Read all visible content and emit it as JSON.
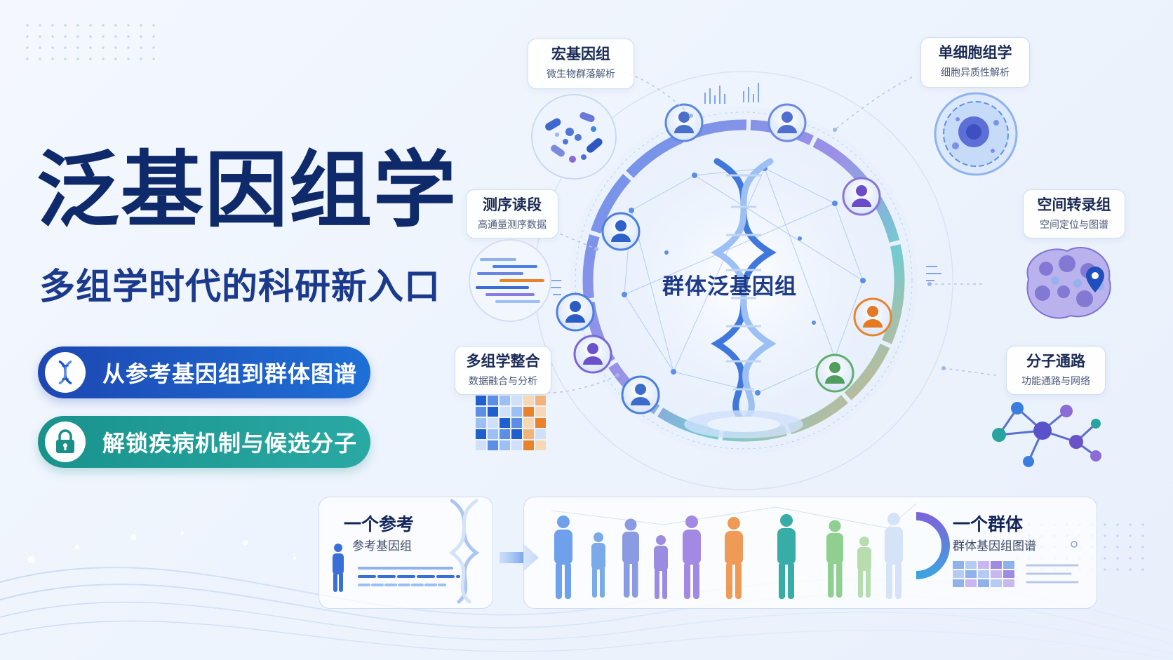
{
  "hero": {
    "title": "泛基因组学",
    "subtitle": "多组学时代的科研新入口",
    "pills": [
      {
        "label": "从参考基因组到群体图谱",
        "icon": "dna-icon",
        "color": "#1e55c4"
      },
      {
        "label": "解锁疾病机制与候选分子",
        "icon": "lock-icon",
        "color": "#21a09a"
      }
    ]
  },
  "center": {
    "label": "群体泛基因组"
  },
  "modules": {
    "metagenome": {
      "title": "宏基因组",
      "subtitle": "微生物群落解析",
      "icon": "bacteria-icon"
    },
    "single_cell": {
      "title": "单细胞组学",
      "subtitle": "细胞异质性解析",
      "icon": "cell-icon"
    },
    "seq_reads": {
      "title": "测序读段",
      "subtitle": "高通量测序数据",
      "icon": "sequence-reads-icon"
    },
    "spatial": {
      "title": "空间转录组",
      "subtitle": "空间定位与图谱",
      "icon": "tissue-map-icon"
    },
    "multiomics": {
      "title": "多组学整合",
      "subtitle": "数据融合与分析",
      "icon": "heatmap-grid-icon"
    },
    "pathway": {
      "title": "分子通路",
      "subtitle": "功能通路与网络",
      "icon": "molecule-network-icon"
    }
  },
  "bottom": {
    "reference": {
      "title": "一个参考",
      "subtitle": "参考基因组"
    },
    "population": {
      "title": "一个群体",
      "subtitle": "群体基因组图谱"
    }
  },
  "colors": {
    "navy": "#0f2a6b",
    "blue": "#1e55c4",
    "teal": "#21a09a",
    "purple": "#7b66d9",
    "orange": "#e9832b",
    "green": "#5fae6a"
  }
}
